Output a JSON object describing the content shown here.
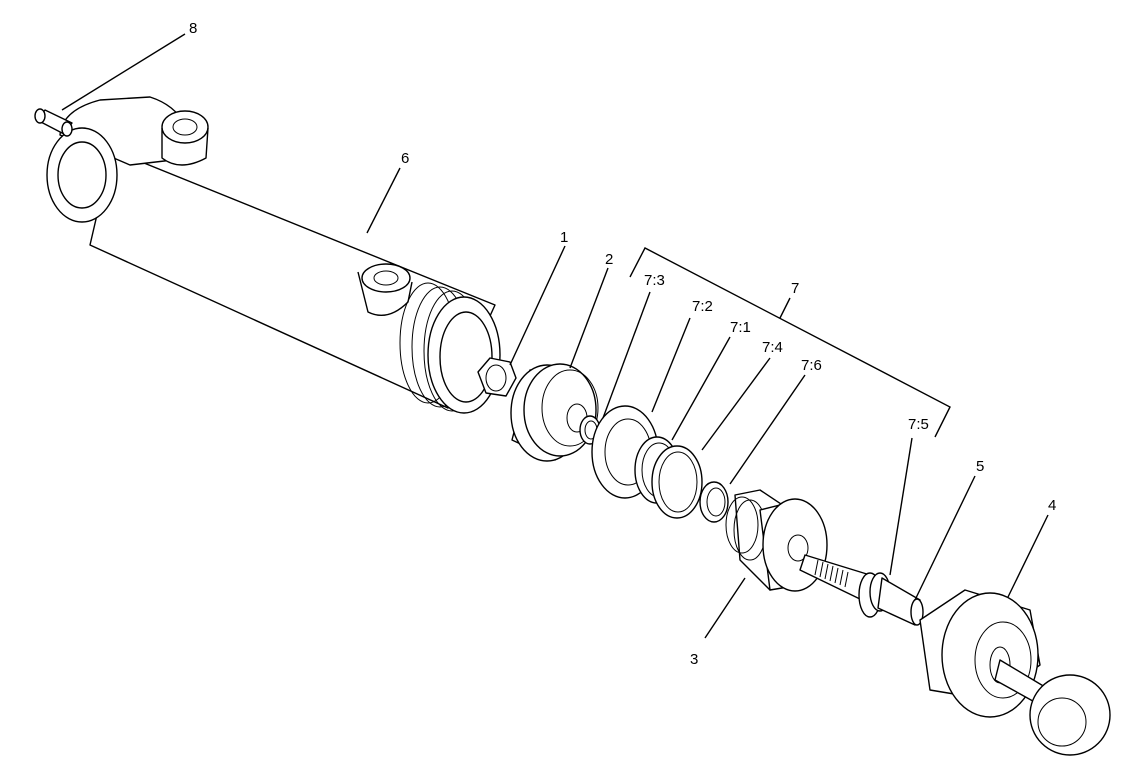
{
  "callouts": {
    "c1": "1",
    "c2": "2",
    "c3": "3",
    "c4": "4",
    "c5": "5",
    "c6": "6",
    "c7": "7",
    "c7_1": "7:1",
    "c7_2": "7:2",
    "c7_3": "7:3",
    "c7_4": "7:4",
    "c7_5": "7:5",
    "c7_6": "7:6",
    "c8": "8"
  },
  "colors": {
    "line": "#000000",
    "background": "#ffffff"
  }
}
